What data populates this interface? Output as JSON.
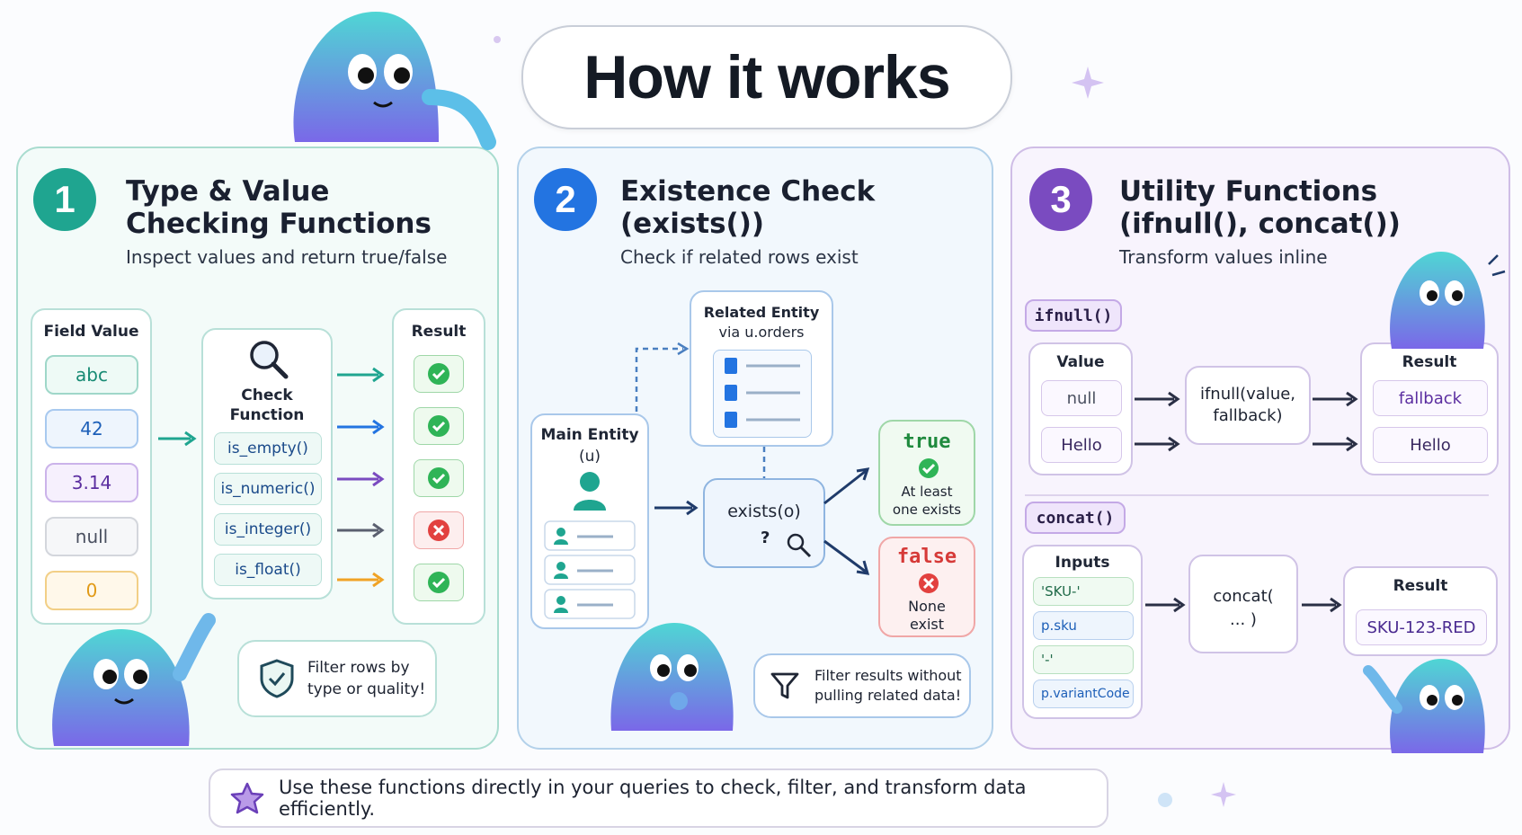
{
  "title": "How it works",
  "colors": {
    "teal": "#1fa590",
    "blue": "#2374e1",
    "purple": "#7a4bc0"
  },
  "section1": {
    "number": "1",
    "heading_line1": "Type & Value",
    "heading_line2": "Checking Functions",
    "subtitle": "Inspect values and return true/false",
    "field_value_label": "Field Value",
    "values": [
      "abc",
      "42",
      "3.14",
      "null",
      "0"
    ],
    "check_label_line1": "Check",
    "check_label_line2": "Function",
    "functions": [
      "is_empty()",
      "is_numeric()",
      "is_integer()",
      "is_float()"
    ],
    "result_label": "Result",
    "results": [
      "check",
      "check",
      "check",
      "cross",
      "check"
    ],
    "callout_line1": "Filter rows by",
    "callout_line2": "type or quality!",
    "callout_icon": "shield-check-icon"
  },
  "section2": {
    "number": "2",
    "heading_line1": "Existence Check",
    "heading_line2": "(exists())",
    "subtitle": "Check if related rows exist",
    "related_line1": "Related Entity",
    "related_line2": "via u.orders",
    "main_line1": "Main Entity",
    "main_line2": "(u)",
    "exists_label": "exists(o)",
    "question": "?",
    "true_label": "true",
    "true_line1": "At least",
    "true_line2": "one exists",
    "false_label": "false",
    "false_line1": "None",
    "false_line2": "exist",
    "callout_line1": "Filter results without",
    "callout_line2": "pulling related data!",
    "callout_icon": "filter-icon"
  },
  "section3": {
    "number": "3",
    "heading_line1": "Utility Functions",
    "heading_line2": "(ifnull(), concat())",
    "subtitle": "Transform values inline",
    "ifnull_tag": "ifnull()",
    "value_label": "Value",
    "values": [
      "null",
      "Hello"
    ],
    "ifnull_func_line1": "ifnull(value,",
    "ifnull_func_line2": "fallback)",
    "result_label": "Result",
    "ifnull_results": [
      "fallback",
      "Hello"
    ],
    "concat_tag": "concat()",
    "inputs_label": "Inputs",
    "inputs": [
      "'SKU-'",
      "p.sku",
      "'-'",
      "p.variantCode"
    ],
    "concat_func_line1": "concat(",
    "concat_func_line2": "... )",
    "concat_result_label": "Result",
    "concat_result": "SKU-123-RED"
  },
  "footer": {
    "text": "Use these functions directly in your queries to check, filter, and transform data efficiently.",
    "icon": "star-icon"
  }
}
